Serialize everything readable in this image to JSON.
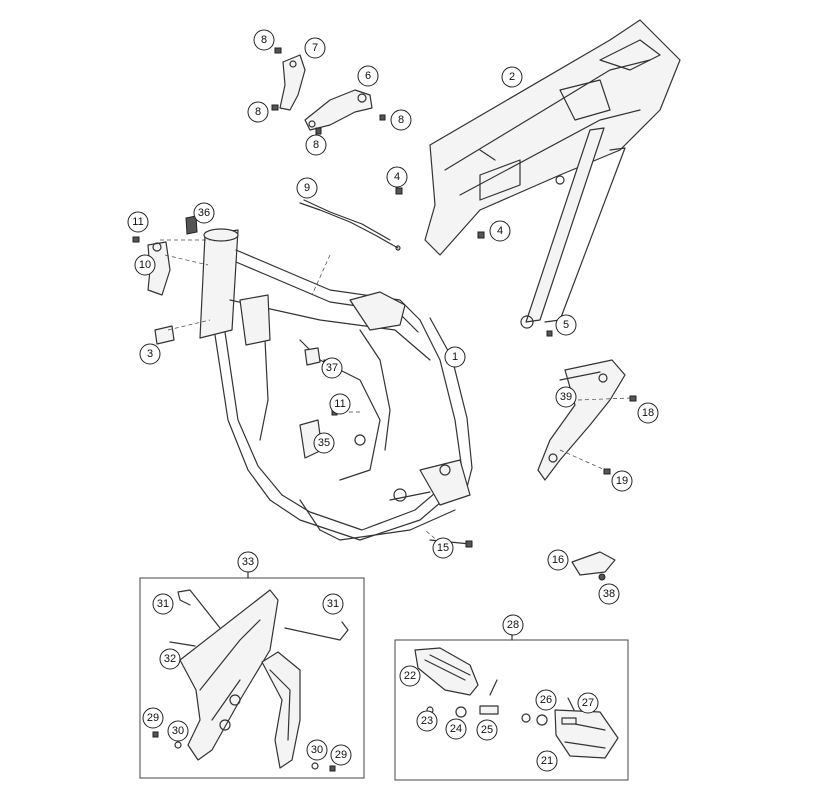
{
  "diagram": {
    "callouts": [
      {
        "id": "c1",
        "label": "1"
      },
      {
        "id": "c2",
        "label": "2"
      },
      {
        "id": "c3",
        "label": "3"
      },
      {
        "id": "c4a",
        "label": "4"
      },
      {
        "id": "c4b",
        "label": "4"
      },
      {
        "id": "c5",
        "label": "5"
      },
      {
        "id": "c6",
        "label": "6"
      },
      {
        "id": "c7",
        "label": "7"
      },
      {
        "id": "c8a",
        "label": "8"
      },
      {
        "id": "c8b",
        "label": "8"
      },
      {
        "id": "c8c",
        "label": "8"
      },
      {
        "id": "c8d",
        "label": "8"
      },
      {
        "id": "c9",
        "label": "9"
      },
      {
        "id": "c10",
        "label": "10"
      },
      {
        "id": "c11a",
        "label": "11"
      },
      {
        "id": "c11b",
        "label": "11"
      },
      {
        "id": "c15",
        "label": "15"
      },
      {
        "id": "c16",
        "label": "16"
      },
      {
        "id": "c18",
        "label": "18"
      },
      {
        "id": "c19",
        "label": "19"
      },
      {
        "id": "c21",
        "label": "21"
      },
      {
        "id": "c22",
        "label": "22"
      },
      {
        "id": "c23",
        "label": "23"
      },
      {
        "id": "c24",
        "label": "24"
      },
      {
        "id": "c25",
        "label": "25"
      },
      {
        "id": "c26",
        "label": "26"
      },
      {
        "id": "c27",
        "label": "27"
      },
      {
        "id": "c28",
        "label": "28"
      },
      {
        "id": "c29a",
        "label": "29"
      },
      {
        "id": "c29b",
        "label": "29"
      },
      {
        "id": "c30a",
        "label": "30"
      },
      {
        "id": "c30b",
        "label": "30"
      },
      {
        "id": "c31a",
        "label": "31"
      },
      {
        "id": "c31b",
        "label": "31"
      },
      {
        "id": "c32",
        "label": "32"
      },
      {
        "id": "c33",
        "label": "33"
      },
      {
        "id": "c35",
        "label": "35"
      },
      {
        "id": "c36",
        "label": "36"
      },
      {
        "id": "c37",
        "label": "37"
      },
      {
        "id": "c38",
        "label": "38"
      },
      {
        "id": "c39",
        "label": "39"
      }
    ]
  }
}
